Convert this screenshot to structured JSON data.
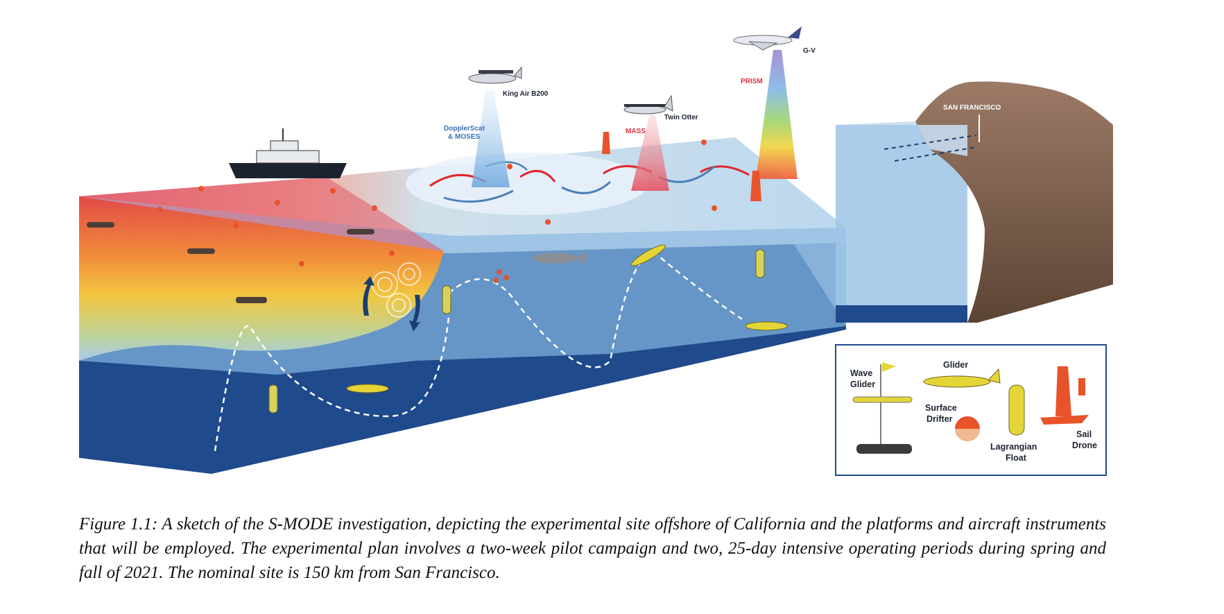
{
  "figure": {
    "labels": {
      "king_air": "King Air B200",
      "dopplerscat_1": "DopplerScat",
      "dopplerscat_2": "& MOSES",
      "twin_otter": "Twin Otter",
      "mass": "MASS",
      "prism": "PRISM",
      "gv": "G-V",
      "san_francisco": "SAN FRANCISCO"
    },
    "legend": {
      "wave_glider_1": "Wave",
      "wave_glider_2": "Glider",
      "glider": "Glider",
      "surface_drifter_1": "Surface",
      "surface_drifter_2": "Drifter",
      "lagrangian_float_1": "Lagrangian",
      "lagrangian_float_2": "Float",
      "sail_drone_1": "Sail",
      "sail_drone_2": "Drone"
    },
    "colors": {
      "deep_ocean": "#1f4a8c",
      "surface_ocean": "#a9cbe8",
      "warm_front": "#e2514a",
      "land": "#7a5c48",
      "glider_yellow": "#e3d538",
      "drone_orange": "#e8532a"
    }
  },
  "caption": {
    "text": "Figure 1.1: A sketch of the S-MODE investigation, depicting the experimental site offshore of California and the platforms and aircraft instruments that will be employed. The experimental plan involves a two-week pilot campaign and two, 25-day intensive operating periods during spring and fall of 2021. The nominal site is 150 km from San Francisco."
  }
}
